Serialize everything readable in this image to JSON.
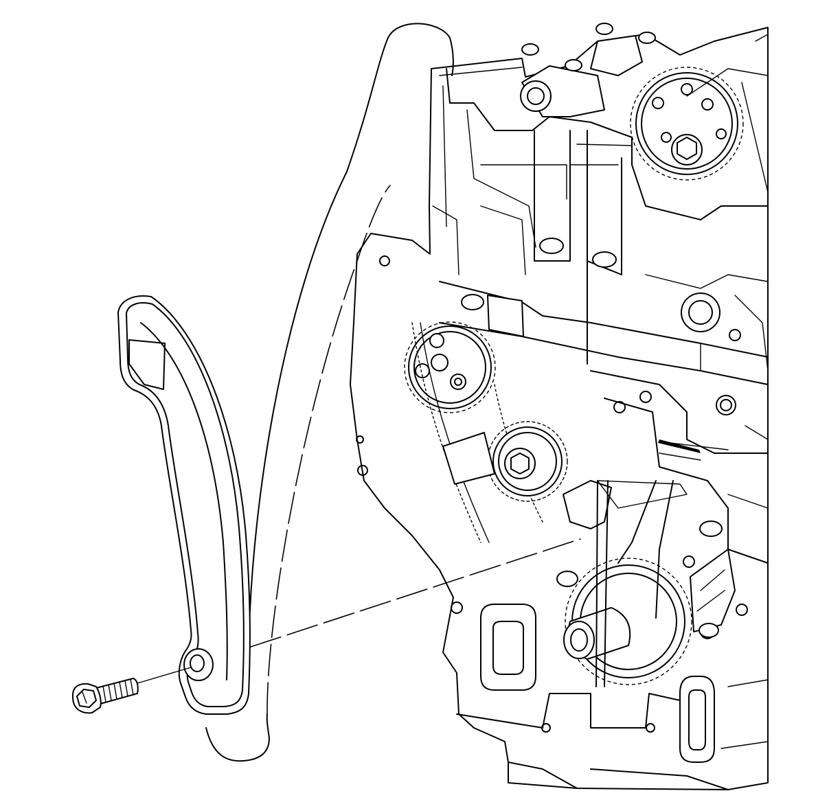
{
  "figure": {
    "type": "exploded-view line drawing",
    "colors": {
      "line": "#000000",
      "background": "#ffffff"
    },
    "components": [
      {
        "name": "engine-front-timing-assembly"
      },
      {
        "name": "timing-chain-guide"
      },
      {
        "name": "guide-bolt"
      }
    ]
  }
}
